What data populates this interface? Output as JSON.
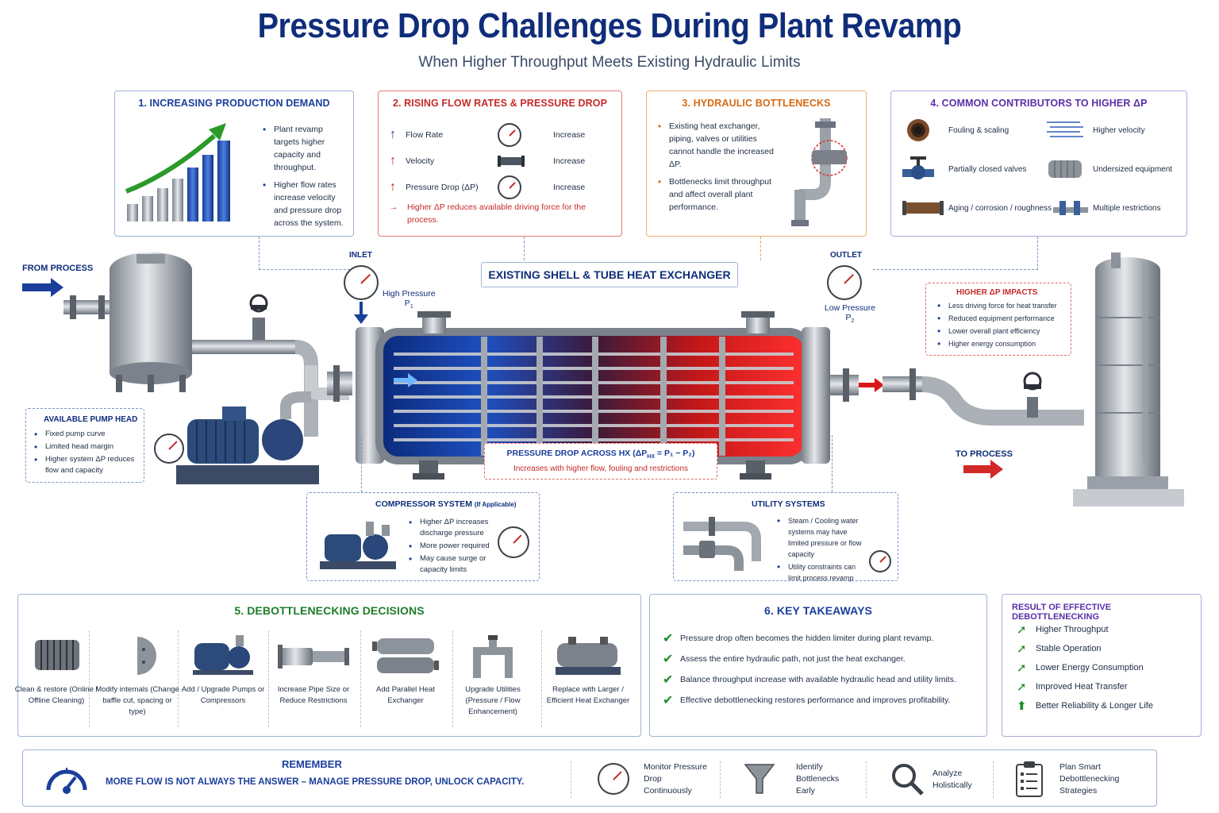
{
  "title": "Pressure Drop Challenges During Plant Revamp",
  "subtitle": "When Higher Throughput Meets Existing Hydraulic Limits",
  "card1": {
    "title": "1. INCREASING PRODUCTION DEMAND",
    "points": [
      "Plant revamp targets higher capacity and throughput.",
      "Higher flow rates increase velocity and pressure drop across the system."
    ]
  },
  "card2": {
    "title": "2. RISING FLOW RATES & PRESSURE DROP",
    "rows": [
      {
        "label": "Flow Rate",
        "value": "Increase"
      },
      {
        "label": "Velocity",
        "value": "Increase"
      },
      {
        "label": "Pressure Drop (ΔP)",
        "value": "Increase"
      }
    ],
    "note": "Higher ΔP reduces available driving force for the process."
  },
  "card3": {
    "title": "3. HYDRAULIC BOTTLENECKS",
    "points": [
      "Existing heat exchanger, piping, valves or utilities cannot handle the increased ΔP.",
      "Bottlenecks limit throughput and affect overall plant performance."
    ]
  },
  "card4": {
    "title": "4. COMMON CONTRIBUTORS TO HIGHER ΔP",
    "items": [
      "Fouling & scaling",
      "Higher velocity",
      "Partially closed valves",
      "Undersized equipment",
      "Aging / corrosion / roughness",
      "Multiple restrictions"
    ]
  },
  "process": {
    "from": "FROM PROCESS",
    "to": "TO PROCESS",
    "inlet": "INLET",
    "inlet_pressure": "High Pressure",
    "inlet_sym": "P",
    "inlet_sub": "1",
    "outlet": "OUTLET",
    "outlet_pressure": "Low Pressure",
    "outlet_sym": "P",
    "outlet_sub": "2",
    "hx_label": "EXISTING SHELL & TUBE HEAT EXCHANGER",
    "hx_dp_title_a": "PRESSURE DROP ACROSS HX (ΔP",
    "hx_dp_title_sub": "HX",
    "hx_dp_title_b": " = P₁ − P₂)",
    "hx_dp_note": "Increases with higher flow, fouling and restrictions"
  },
  "pump_head": {
    "title": "AVAILABLE PUMP HEAD",
    "points": [
      "Fixed pump curve",
      "Limited head margin",
      "Higher system ΔP reduces flow and capacity"
    ]
  },
  "impacts": {
    "title": "HIGHER ΔP IMPACTS",
    "points": [
      "Less driving force for heat transfer",
      "Reduced equipment performance",
      "Lower overall plant efficiency",
      "Higher energy consumption"
    ]
  },
  "compressor": {
    "title": "COMPRESSOR SYSTEM",
    "title_small": "(If Applicable)",
    "points": [
      "Higher ΔP increases discharge pressure",
      "More power required",
      "May cause surge or capacity limits"
    ]
  },
  "utility": {
    "title": "UTILITY SYSTEMS",
    "points": [
      "Steam / Cooling water systems may have limited pressure or flow capacity",
      "Utility constraints can limit process revamp"
    ]
  },
  "card5": {
    "title": "5. DEBOTTLENECKING DECISIONS",
    "items": [
      "Clean & restore (Online / Offline Cleaning)",
      "Modify internals (Change baffle cut, spacing or type)",
      "Add / Upgrade Pumps or Compressors",
      "Increase Pipe Size or Reduce Restrictions",
      "Add Parallel Heat Exchanger",
      "Upgrade Utilities (Pressure / Flow Enhancement)",
      "Replace with Larger / Efficient Heat Exchanger"
    ]
  },
  "card6": {
    "title": "6. KEY TAKEAWAYS",
    "points": [
      "Pressure drop often becomes the hidden limiter during plant revamp.",
      "Assess the entire hydraulic path, not just the heat exchanger.",
      "Balance throughput increase with available hydraulic head and utility limits.",
      "Effective debottlenecking restores performance and improves profitability."
    ]
  },
  "result": {
    "title": "RESULT OF EFFECTIVE DEBOTTLENECKING",
    "points": [
      "Higher Throughput",
      "Stable Operation",
      "Lower Energy Consumption",
      "Improved Heat Transfer",
      "Better Reliability & Longer Life"
    ]
  },
  "remember": {
    "title": "REMEMBER",
    "text": "MORE FLOW IS NOT ALWAYS THE ANSWER – MANAGE PRESSURE DROP, UNLOCK CAPACITY.",
    "actions": [
      "Monitor Pressure Drop Continuously",
      "Identify Bottlenecks Early",
      "Analyze Holistically",
      "Plan Smart Debottlenecking Strategies"
    ]
  },
  "colors": {
    "navy": "#0f2d7a",
    "red": "#c62a2a",
    "orange": "#d86a12",
    "purple": "#5a30a8",
    "green": "#1f7d2a"
  }
}
